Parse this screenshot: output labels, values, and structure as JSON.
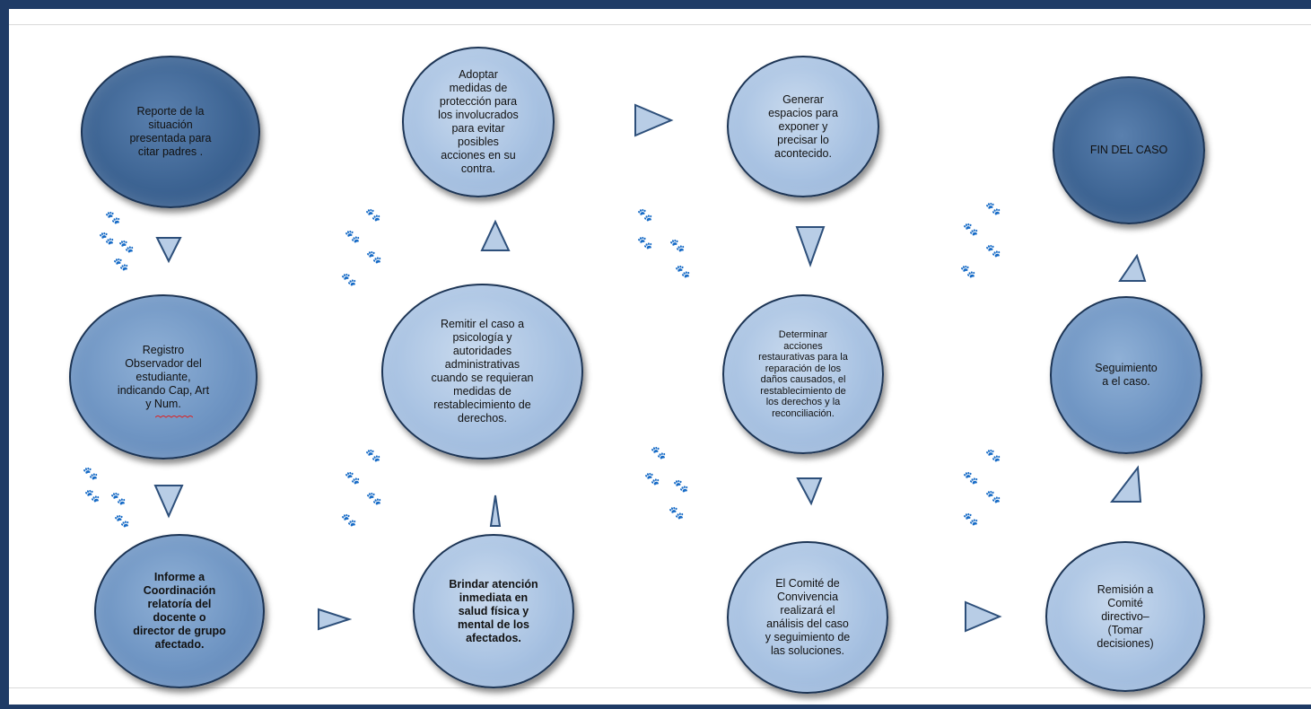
{
  "nodes": {
    "reporte": "Reporte de la\nsituación\npresentada para\ncitar padres .",
    "registro": "Registro\nObservador del\nestudiante,\nindicando Cap, Art\ny  Num.",
    "informe": "Informe a\nCoordinación\nrelatoría del\ndocente o\ndirector de grupo\nafectado.",
    "adoptar": "Adoptar\nmedidas de\nprotección para\nlos involucrados\npara evitar\nposibles\nacciones en su\ncontra.",
    "remitir": "Remitir el caso a\npsicología y\nautoridades\nadministrativas\ncuando se requieran\nmedidas de\nrestablecimiento de\nderechos.",
    "brindar": "Brindar atención\ninmediata en\nsalud física y\nmental de los\nafectados.",
    "generar": "Generar\nespacios para\nexponer y\nprecisar lo\nacontecido.",
    "determinar": "Determinar\nacciones\nrestaurativas para la\nreparación de los\ndaños causados, el\nrestablecimiento de\nlos derechos y la\nreconciliación.",
    "comite_convivencia": "El Comité de\nConvivencia\nrealizará el\nanálisis del caso\ny seguimiento de\nlas soluciones.",
    "fin": "FIN DEL CASO",
    "seguimiento": "Seguimiento\na el caso.",
    "remision": "Remisión a\nComité\ndirectivo–\n(Tomar\ndecisiones)"
  },
  "icons": {
    "arrow": "triangle-arrow-icon",
    "paw": "paw-print-icon"
  },
  "colors": {
    "dark_node": "#3d6493",
    "mid_node": "#6f95c3",
    "light_node": "#a8c2e2",
    "frame": "#1f3b66",
    "triangle_fill": "#b8cde6"
  }
}
